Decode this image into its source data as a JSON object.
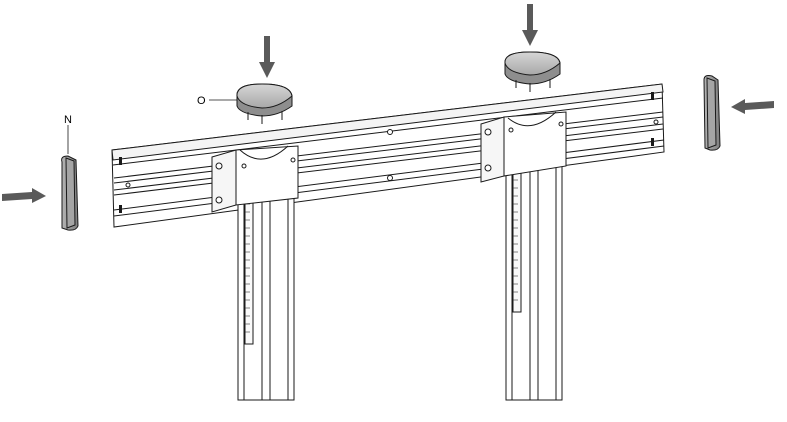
{
  "figure": {
    "callouts": [
      {
        "id": "N",
        "label": "N"
      },
      {
        "id": "O",
        "label": "O"
      }
    ],
    "colors": {
      "line": "#1a1a1a",
      "arrow": "#5a5a5a",
      "cap_top": "#c9c9c9",
      "cap_body": "#8a8a8a",
      "end_cap": "#9a9a9a",
      "rail_fill": "#ffffff"
    }
  }
}
